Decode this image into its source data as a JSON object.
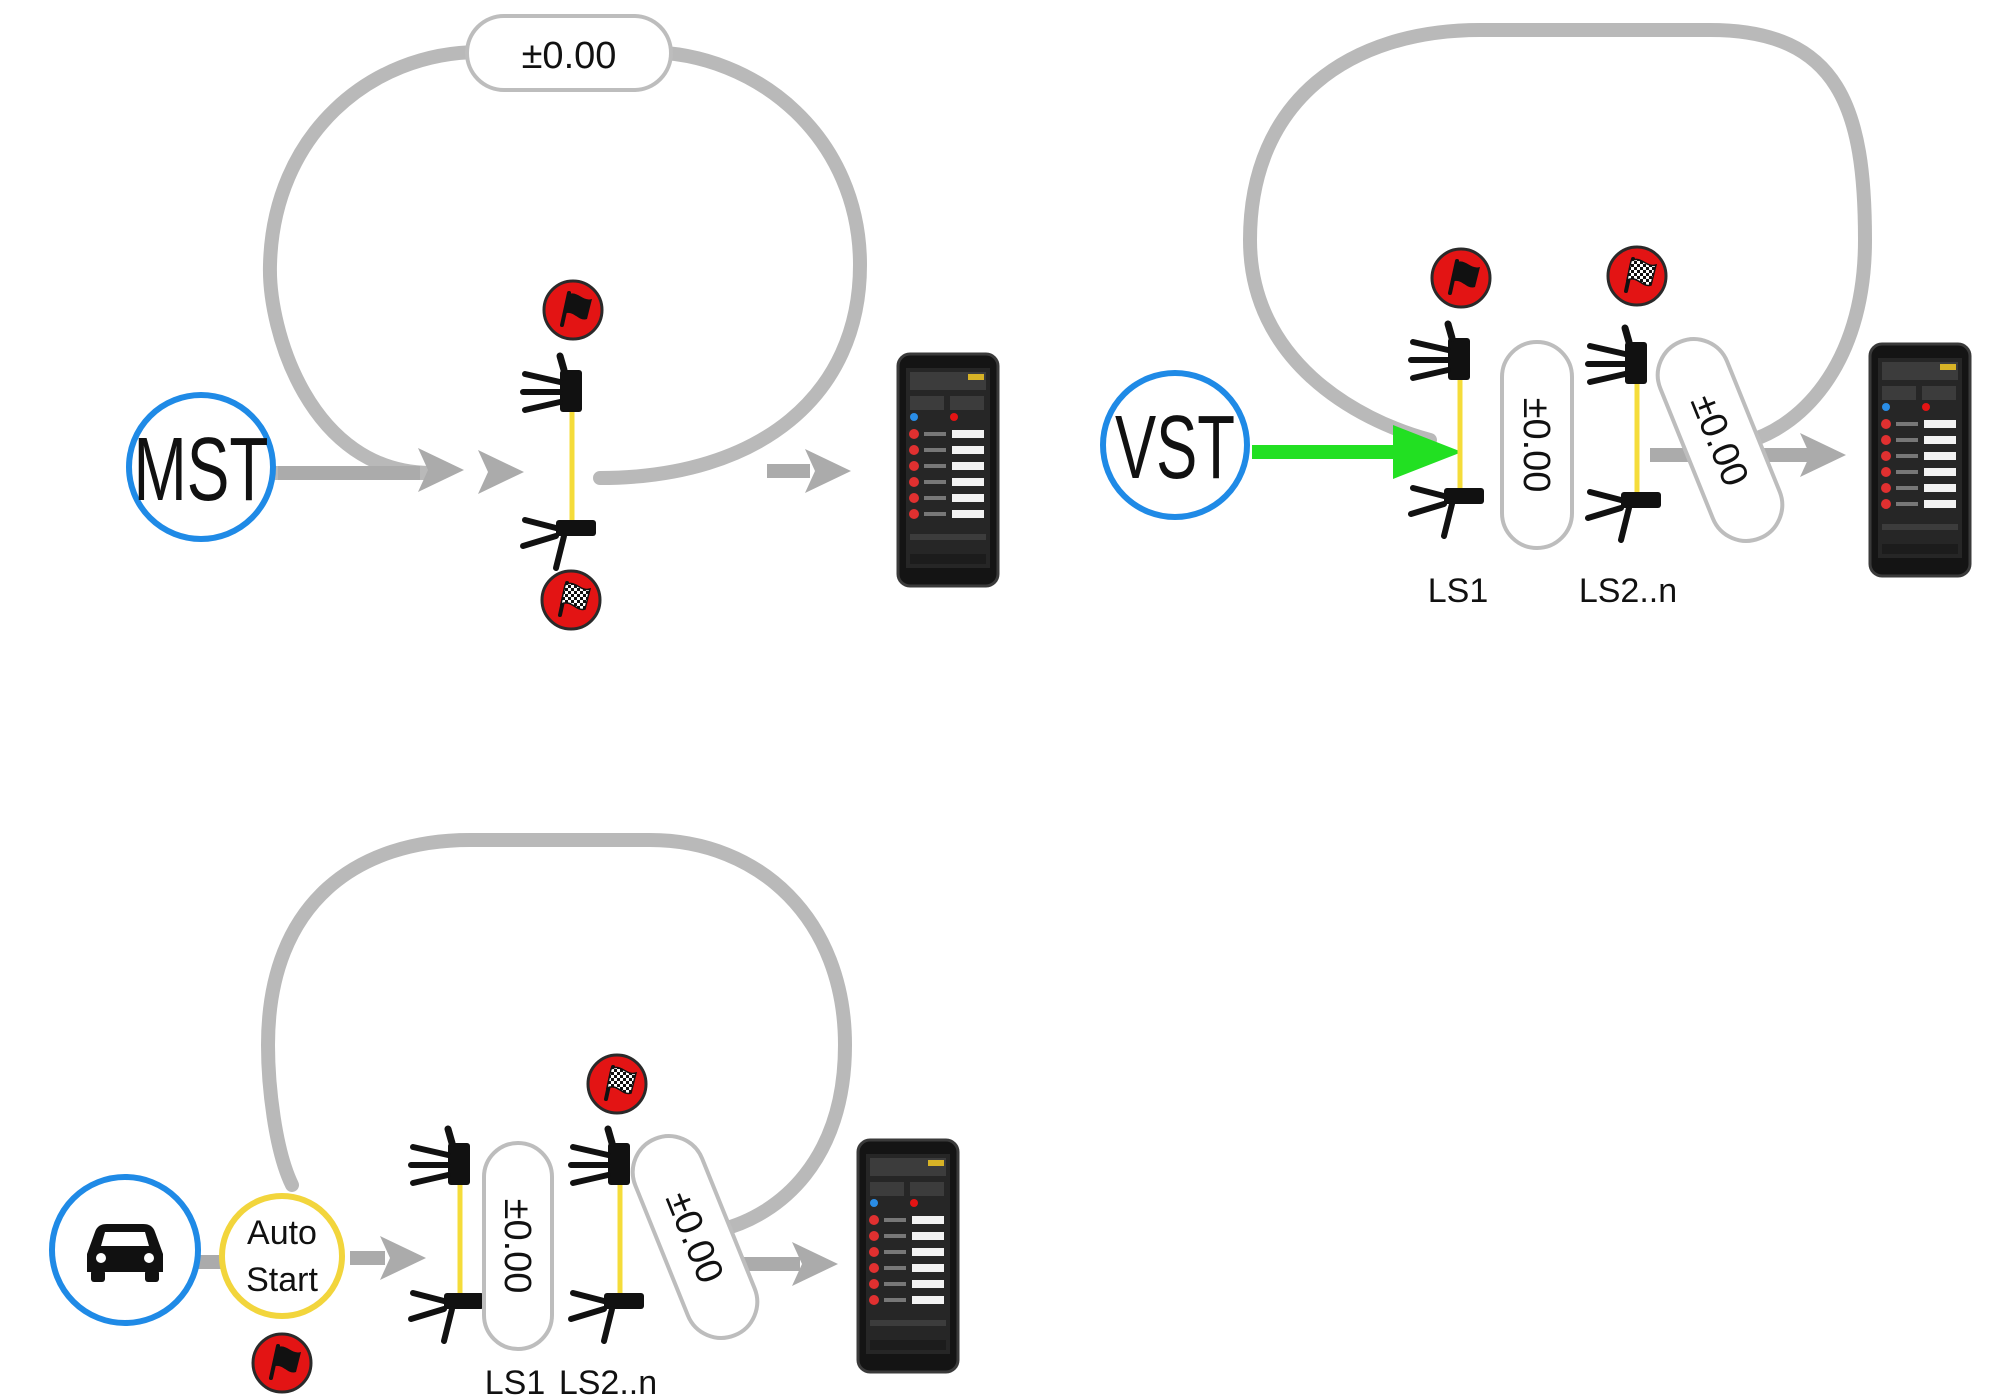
{
  "colors": {
    "track": "#b9b9b9",
    "arrow": "#ababab",
    "highlight_arrow": "#22e022",
    "circle_blue": "#1f8ae6",
    "circle_yellow": "#f2d53c",
    "beam": "#f5dc3a",
    "flag_red": "#e31414",
    "pill_border": "#bdbdbd"
  },
  "diagrams": [
    {
      "id": "mst",
      "start_label": "MST",
      "time_pill": "±0.00",
      "start_flag": "red-flag-icon",
      "finish_flag": "checkered-flag-icon",
      "device": "smartphone-icon"
    },
    {
      "id": "vst",
      "start_label": "VST",
      "time_pill_1": "±0.00",
      "time_pill_2": "±0.00",
      "gate_1_label": "LS1",
      "gate_2_label": "LS2..n",
      "start_flag": "red-flag-icon",
      "finish_flag": "checkered-flag-icon",
      "device": "smartphone-icon"
    },
    {
      "id": "auto",
      "start_icon": "car-icon",
      "auto_label_line1": "Auto",
      "auto_label_line2": "Start",
      "time_pill_1": "±0.00",
      "time_pill_2": "±0.00",
      "gate_1_label": "LS1",
      "gate_2_label": "LS2..n",
      "start_flag": "red-flag-icon",
      "finish_flag": "checkered-flag-icon",
      "device": "smartphone-icon"
    }
  ]
}
